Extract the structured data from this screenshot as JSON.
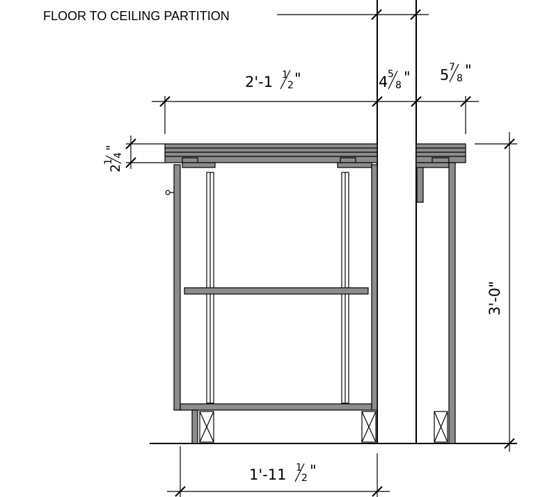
{
  "labels": {
    "partition": "FLOOR TO CEILING PARTITION"
  },
  "dimensions": {
    "top_width": {
      "main": "2'-1",
      "frac_num": "1",
      "frac_den": "2",
      "tail": "\""
    },
    "wall_thickness": {
      "main": "4",
      "frac_num": "5",
      "frac_den": "8",
      "tail": "\""
    },
    "right_overhang": {
      "main": "5",
      "frac_num": "7",
      "frac_den": "8",
      "tail": "\""
    },
    "counter_thickness": {
      "main": "2",
      "frac_num": "1",
      "frac_den": "4",
      "tail": "\""
    },
    "height": {
      "text": "3'-0\""
    },
    "cabinet_width": {
      "main": "1'-11",
      "frac_num": "1",
      "frac_den": "2",
      "tail": "\""
    }
  }
}
